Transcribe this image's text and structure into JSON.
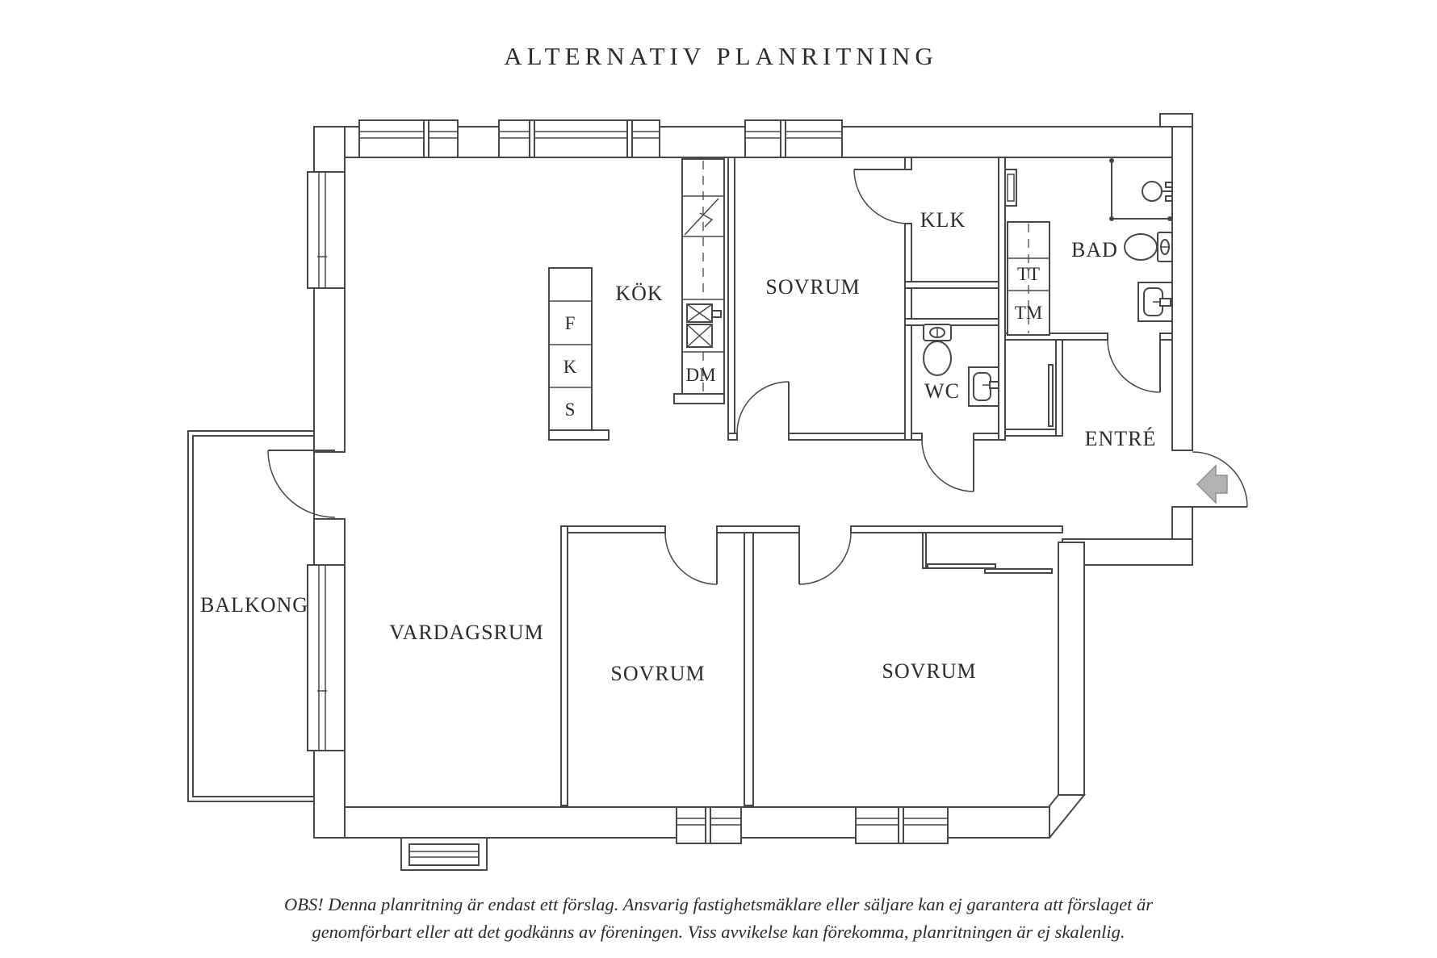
{
  "title": "ALTERNATIV PLANRITNING",
  "rooms": {
    "kok": "KÖK",
    "sovrum_top": "SOVRUM",
    "klk": "KLK",
    "bad": "BAD",
    "wc": "WC",
    "entre": "ENTRÉ",
    "balkong": "BALKONG",
    "vardagsrum": "VARDAGSRUM",
    "sovrum_left": "SOVRUM",
    "sovrum_right": "SOVRUM"
  },
  "appliances": {
    "f": "F",
    "k": "K",
    "s": "S",
    "dm": "DM",
    "tt": "TT",
    "tm": "TM"
  },
  "disclaimer": {
    "line1": "OBS! Denna planritning är endast ett förslag. Ansvarig fastighetsmäklare eller säljare kan ej garantera att förslaget är",
    "line2": "genomförbart eller att det godkänns av föreningen. Viss avvikelse kan förekomma, planritningen är ej skalenlig."
  },
  "colors": {
    "wall": "#474747",
    "text": "#2b2b2b",
    "arrow_fill": "#b3b3b3",
    "arrow_stroke": "#8f8f8f"
  }
}
